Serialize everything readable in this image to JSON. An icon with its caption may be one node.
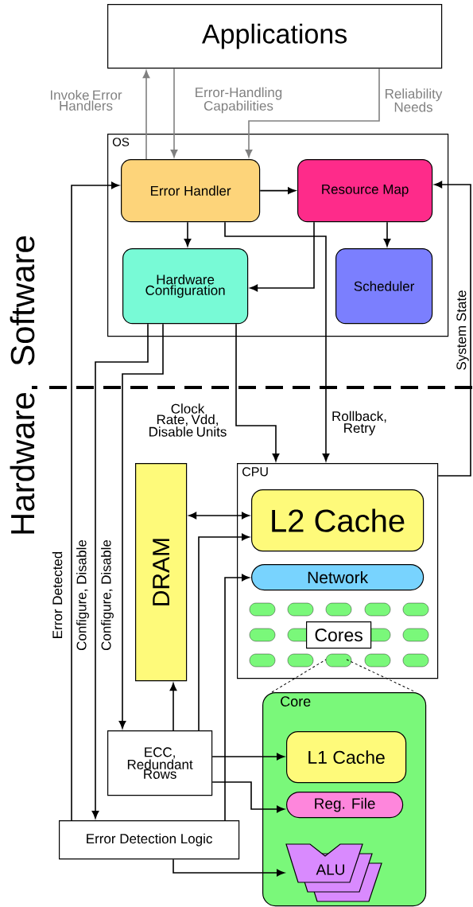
{
  "diagram": {
    "nodes": [
      {
        "text": [
          "Applications"
        ]
      },
      {
        "text": [
          "OS"
        ]
      },
      {
        "text": [
          "Error Handler"
        ],
        "in": 1
      },
      {
        "text": [
          "Resource Map"
        ],
        "in": 1
      },
      {
        "text": [
          "Hardware Configuration"
        ],
        "in": 1
      },
      {
        "text": [
          "Scheduler"
        ],
        "in": 1
      },
      {
        "text": [
          "DRAM"
        ]
      },
      {
        "text": [
          "CPU"
        ]
      },
      {
        "text": [
          "L2 Cache"
        ],
        "in": 7
      },
      {
        "text": [
          "Network"
        ],
        "in": 7
      },
      {
        "text": [
          "Cores"
        ],
        "in": 7
      },
      {
        "text": [
          "Core"
        ]
      },
      {
        "text": [
          "ECC, Redundant Rows"
        ]
      },
      {
        "text": [
          "L1 Cache"
        ],
        "in": 11
      },
      {
        "text": [
          "Reg. File"
        ],
        "in": 11
      },
      {
        "text": [
          "ALU"
        ],
        "in": 11
      },
      {
        "text": [
          "Error Detection Logic"
        ]
      }
    ],
    "edges": [
      {
        "from": 2,
        "to": 0,
        "arrow": "to",
        "label": "Invoke Error Handlers",
        "color": "#808080"
      },
      {
        "from": 0,
        "to": 2,
        "arrow": "to",
        "label": "Error-Handling Capabilities",
        "color": "#808080"
      },
      {
        "from": 0,
        "to": 2,
        "arrow": "to",
        "label": "Reliability Needs",
        "color": "#808080"
      },
      {
        "from": 2,
        "to": 3,
        "arrow": "to"
      },
      {
        "from": 2,
        "to": 4,
        "arrow": "to"
      },
      {
        "from": 3,
        "to": 5,
        "arrow": "to"
      },
      {
        "from": 3,
        "to": 4,
        "arrow": "to"
      },
      {
        "from": 2,
        "to": 7,
        "arrow": "to",
        "label": "Rollback, Retry"
      },
      {
        "from": 4,
        "to": 7,
        "arrow": "to",
        "label": "Clock Rate, Vdd, Disable Units"
      },
      {
        "from": 4,
        "to": 16,
        "arrow": "to",
        "label": "Configure, Disable"
      },
      {
        "from": 4,
        "to": 12,
        "arrow": "to",
        "label": "Configure, Disable"
      },
      {
        "from": 16,
        "to": 2,
        "arrow": "to",
        "label": "Error Detected"
      },
      {
        "from": 7,
        "to": 3,
        "arrow": "to",
        "label": "System State"
      },
      {
        "from": 6,
        "to": 8,
        "arrow": "both"
      },
      {
        "from": 12,
        "to": 6,
        "arrow": "to"
      },
      {
        "from": 12,
        "to": 8,
        "arrow": "to"
      },
      {
        "from": 16,
        "to": 9,
        "arrow": "to"
      },
      {
        "from": 12,
        "to": 13,
        "arrow": "to"
      },
      {
        "from": 12,
        "to": 14,
        "arrow": "to"
      },
      {
        "from": 16,
        "to": 15,
        "arrow": "to"
      }
    ],
    "labels": [
      "Software",
      "Hardware"
    ]
  }
}
